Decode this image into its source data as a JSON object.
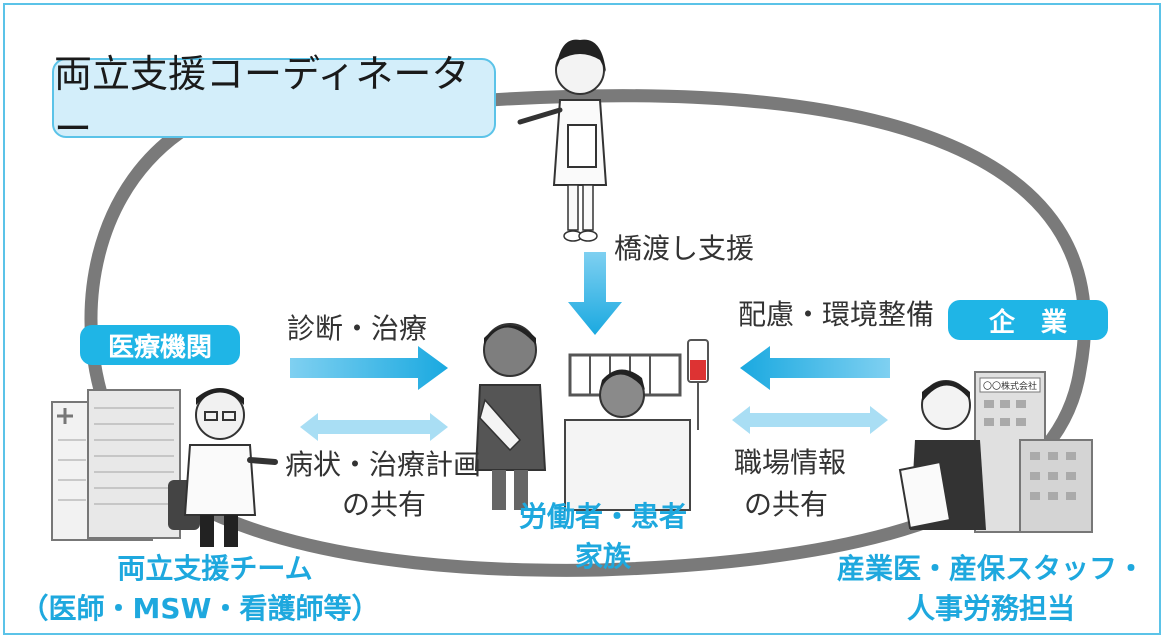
{
  "title": "両立支援コーディネーター",
  "labels": {
    "bridging": "橋渡し支援",
    "diagnosis": "診断・治療",
    "share_condition_1": "病状・治療計画",
    "share_condition_2": "の共有",
    "consideration": "配慮・環境整備",
    "workplace_info_1": "職場情報",
    "workplace_info_2": "の共有"
  },
  "medical": {
    "badge": "医療機関",
    "team_line1": "両立支援チーム",
    "team_line2": "（医師・MSW・看護師等）"
  },
  "company": {
    "badge": "企　業",
    "staff_line1": "産業医・産保スタッフ・",
    "staff_line2": "人事労務担当",
    "building_sign": "〇〇株式会社"
  },
  "center": {
    "line1": "労働者・患者",
    "line2": "家族"
  },
  "colors": {
    "accent": "#1fb5e6",
    "arrow_solid": "#1fb5e6",
    "arrow_light": "#a9def4",
    "loop": "#7a7a7a",
    "frame": "#5bc3e8"
  }
}
